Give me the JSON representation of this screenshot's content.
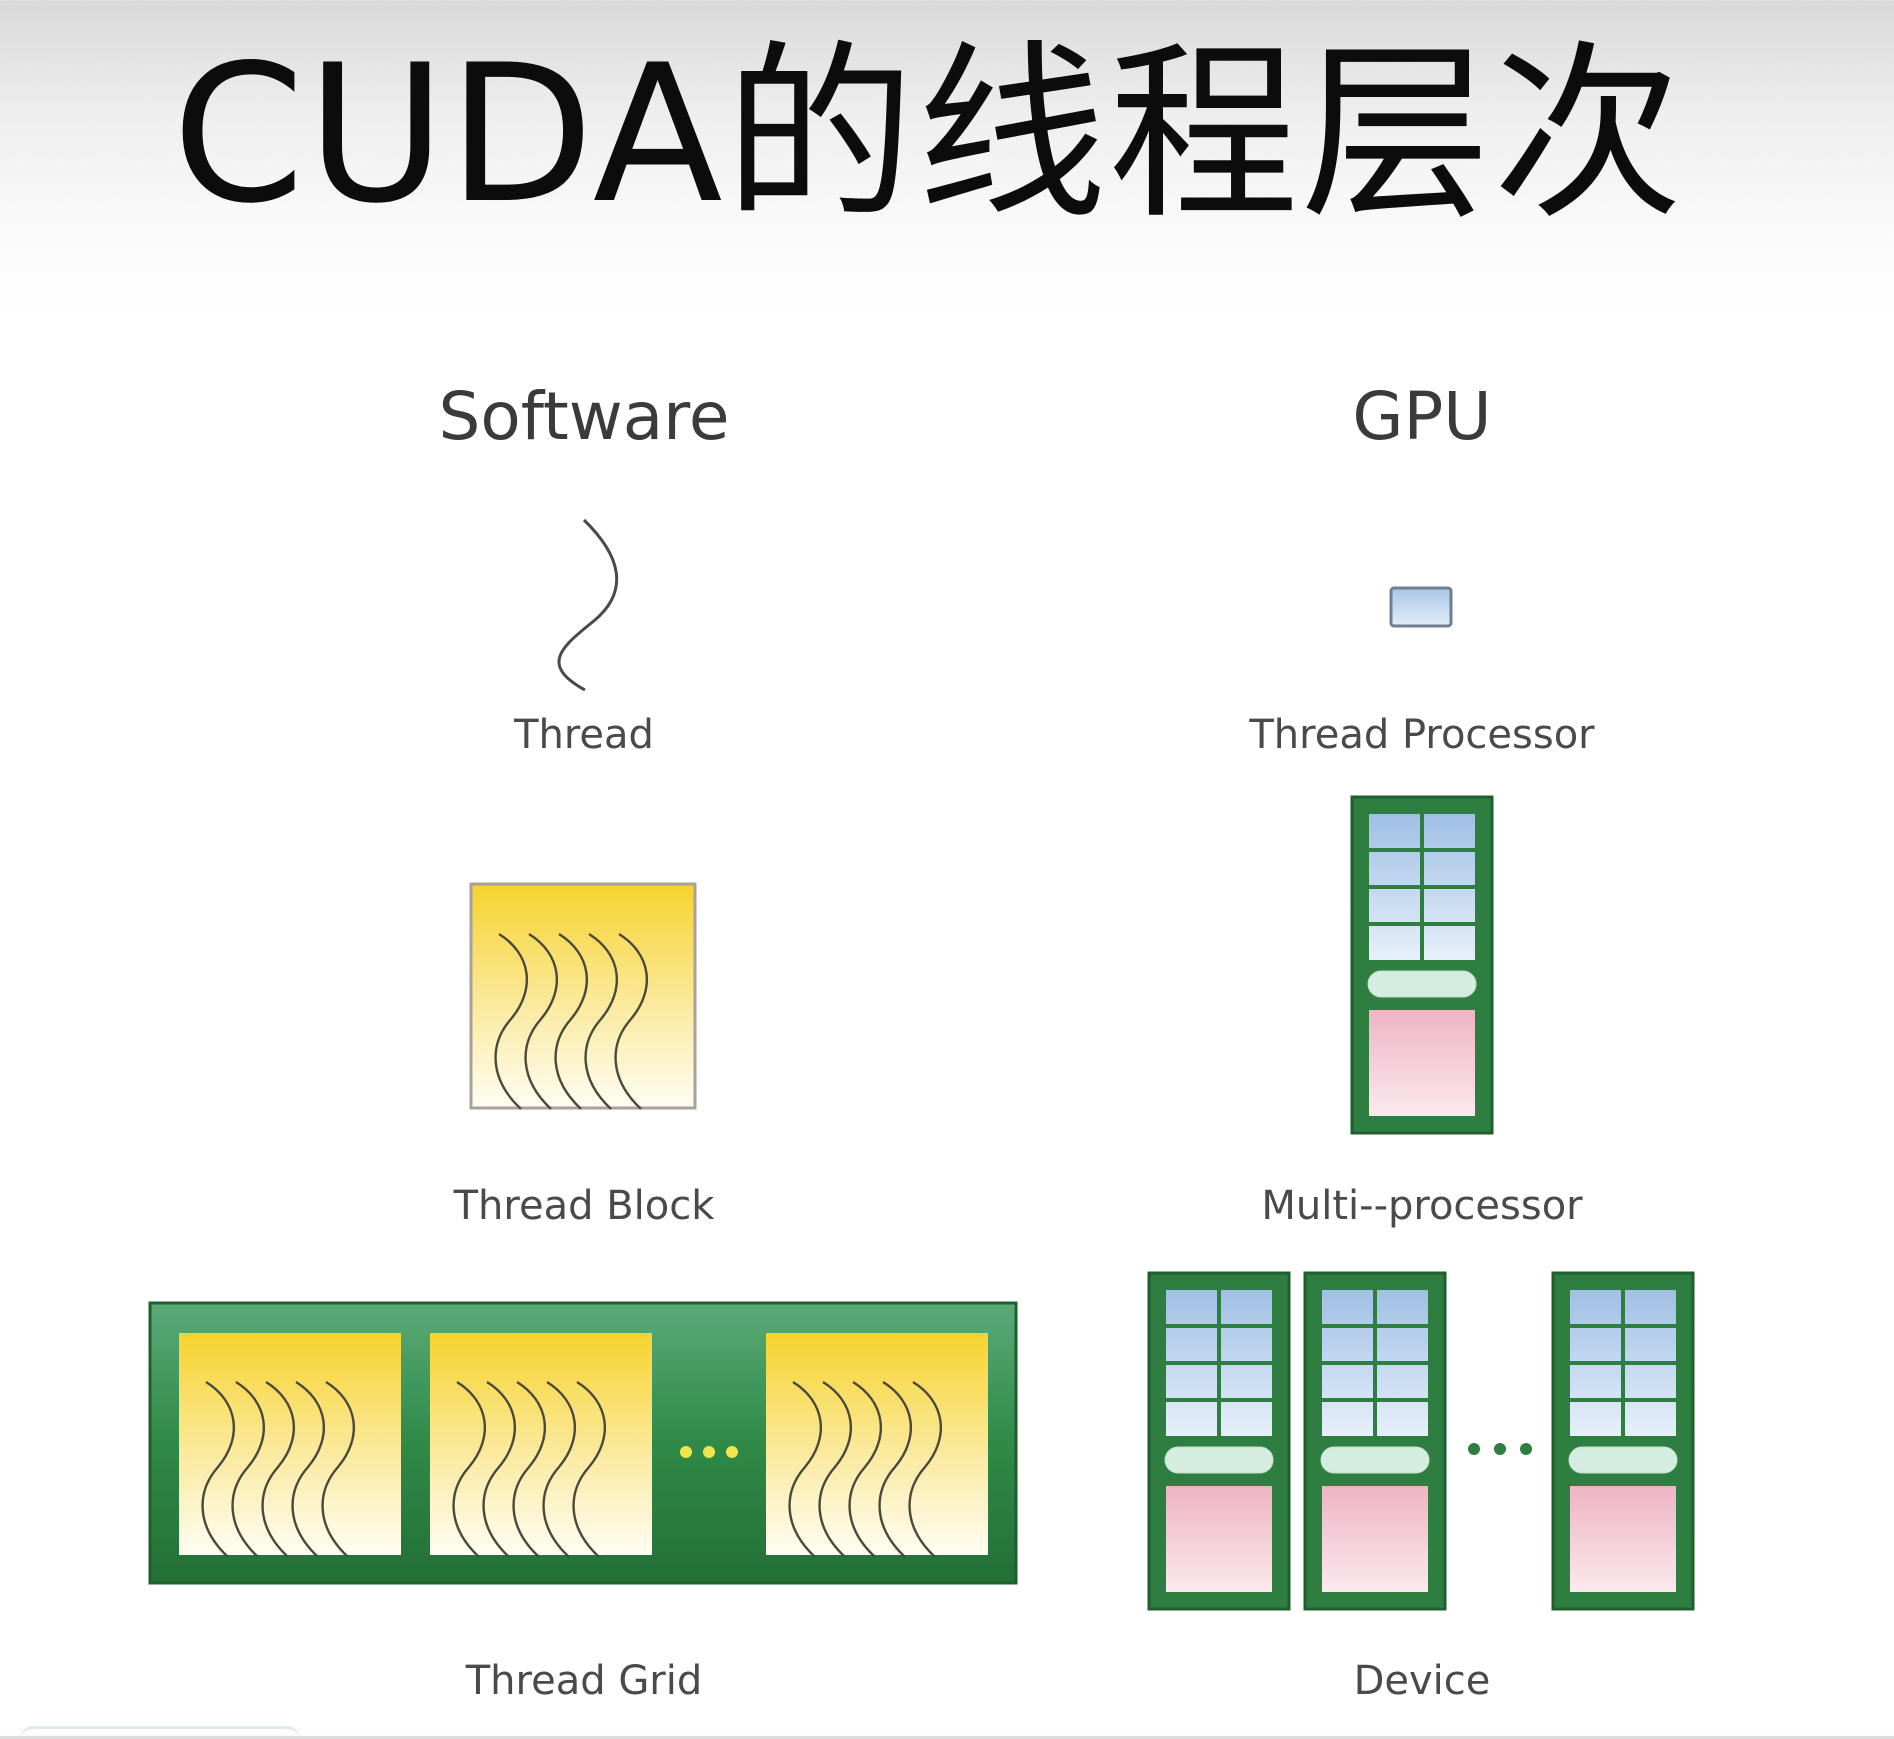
{
  "slide": {
    "title": "CUDA的线程层次"
  },
  "columns": {
    "software": {
      "heading": "Software",
      "items": {
        "thread": "Thread",
        "block": "Thread Block",
        "grid": "Thread Grid"
      }
    },
    "gpu": {
      "heading": "GPU",
      "items": {
        "thread_processor": "Thread Processor",
        "multiprocessor": "Multi--processor",
        "device": "Device"
      }
    }
  },
  "colors": {
    "green_border": "#2f7d3f",
    "green_fill": "#3d9a55",
    "block_yellow": "#f5d230",
    "block_light": "#fffdf2",
    "cell_blue": "#bcd3ea",
    "bar_mint": "#d6ece0",
    "memory_pink": "#f1c3cf",
    "dots_yellow": "#f0e64c",
    "dots_green": "#2f7d3f"
  }
}
